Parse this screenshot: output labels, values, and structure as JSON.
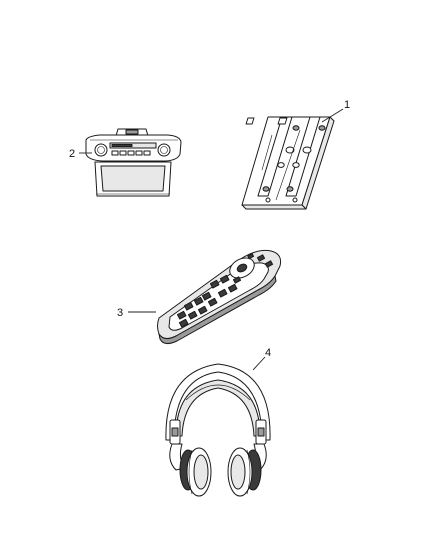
{
  "diagram": {
    "callouts": [
      {
        "id": "1",
        "label": "1"
      },
      {
        "id": "2",
        "label": "2"
      },
      {
        "id": "3",
        "label": "3"
      },
      {
        "id": "4",
        "label": "4"
      }
    ],
    "parts": [
      {
        "callout": "1",
        "icon": "mounting-bracket-icon"
      },
      {
        "callout": "2",
        "icon": "overhead-dvd-player-icon"
      },
      {
        "callout": "3",
        "icon": "remote-control-icon"
      },
      {
        "callout": "4",
        "icon": "wireless-headphones-icon"
      }
    ]
  }
}
